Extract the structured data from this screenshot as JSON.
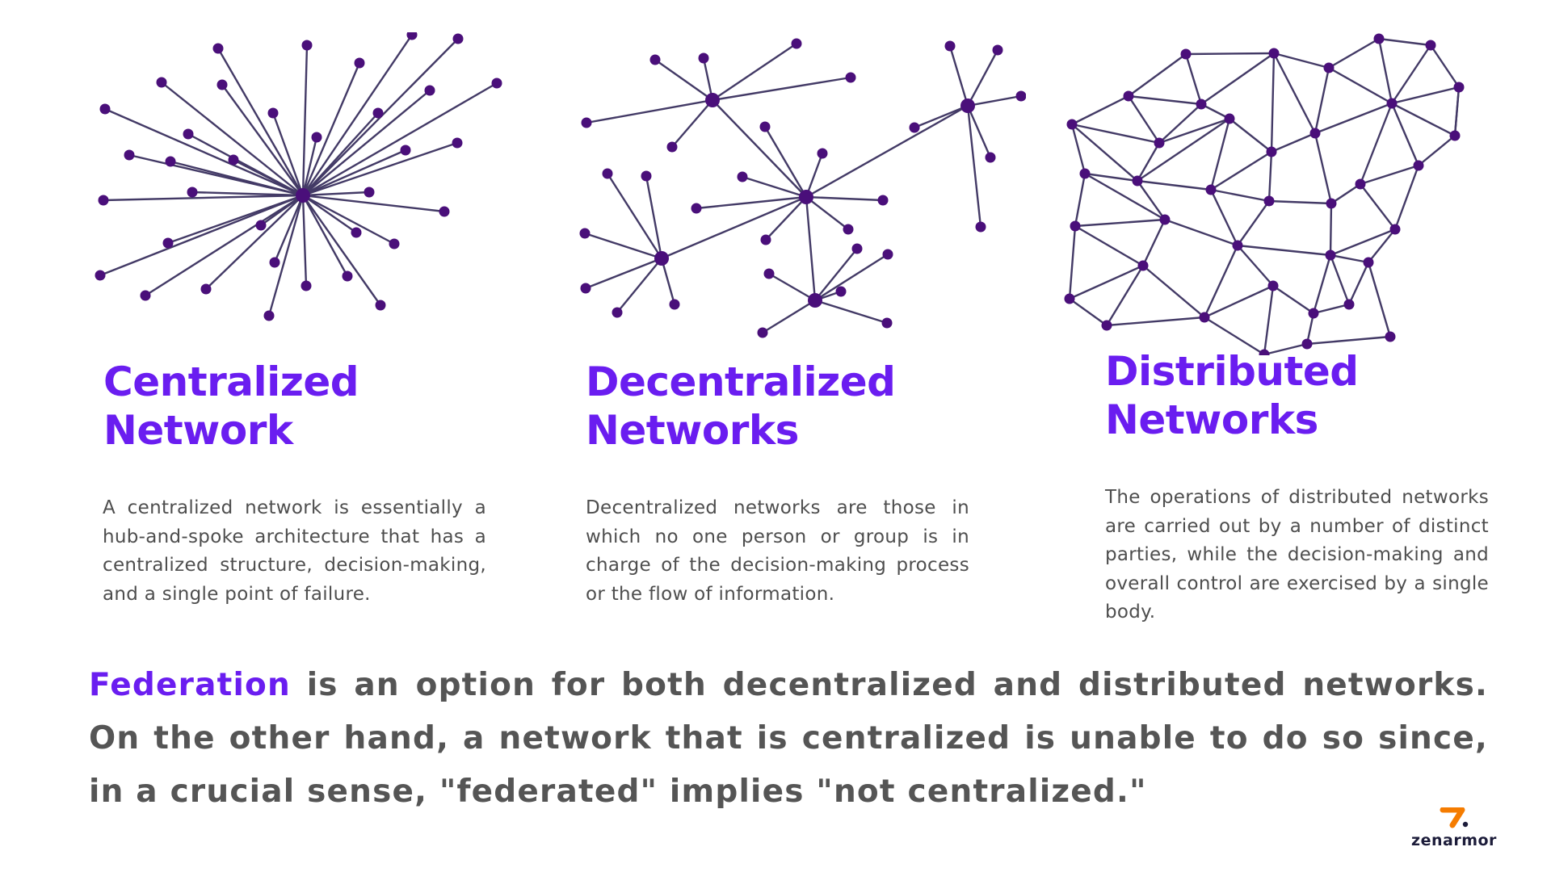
{
  "colors": {
    "accent": "#6a1df0",
    "node": "#4a0f7a",
    "edge": "#433a66",
    "body_text": "#4e4e4e",
    "statement_text": "#555555",
    "logo_orange": "#f57c00",
    "logo_dark": "#1c1c3a"
  },
  "centralized": {
    "heading_line1": "Centralized",
    "heading_line2": "Network",
    "description": "A centralized network is essentially a hub-and-spoke architecture that has a centralized structure, decision-making, and a single point of failure.",
    "icon": "hub-and-spoke-network"
  },
  "decentralized": {
    "heading_line1": "Decentralized",
    "heading_line2": "Networks",
    "description": "Decentralized networks are those in which no one person or group is in charge of the decision-making process or the flow of information.",
    "icon": "multi-hub-network"
  },
  "distributed": {
    "heading_line1": "Distributed",
    "heading_line2": "Networks",
    "description": "The operations of distributed networks are carried out by a number of distinct parties, while the decision-making and overall control are exercised by a single body.",
    "icon": "mesh-network"
  },
  "footer": {
    "highlight": "Federation",
    "statement": " is an option for both decentralized and distributed networks. On the other hand, a network that is centralized is unable to do so since, in a crucial sense, \"federated\" implies \"not centralized.\""
  },
  "logo": {
    "name": "zenarmor",
    "icon": "zenarmor-mark-icon"
  }
}
